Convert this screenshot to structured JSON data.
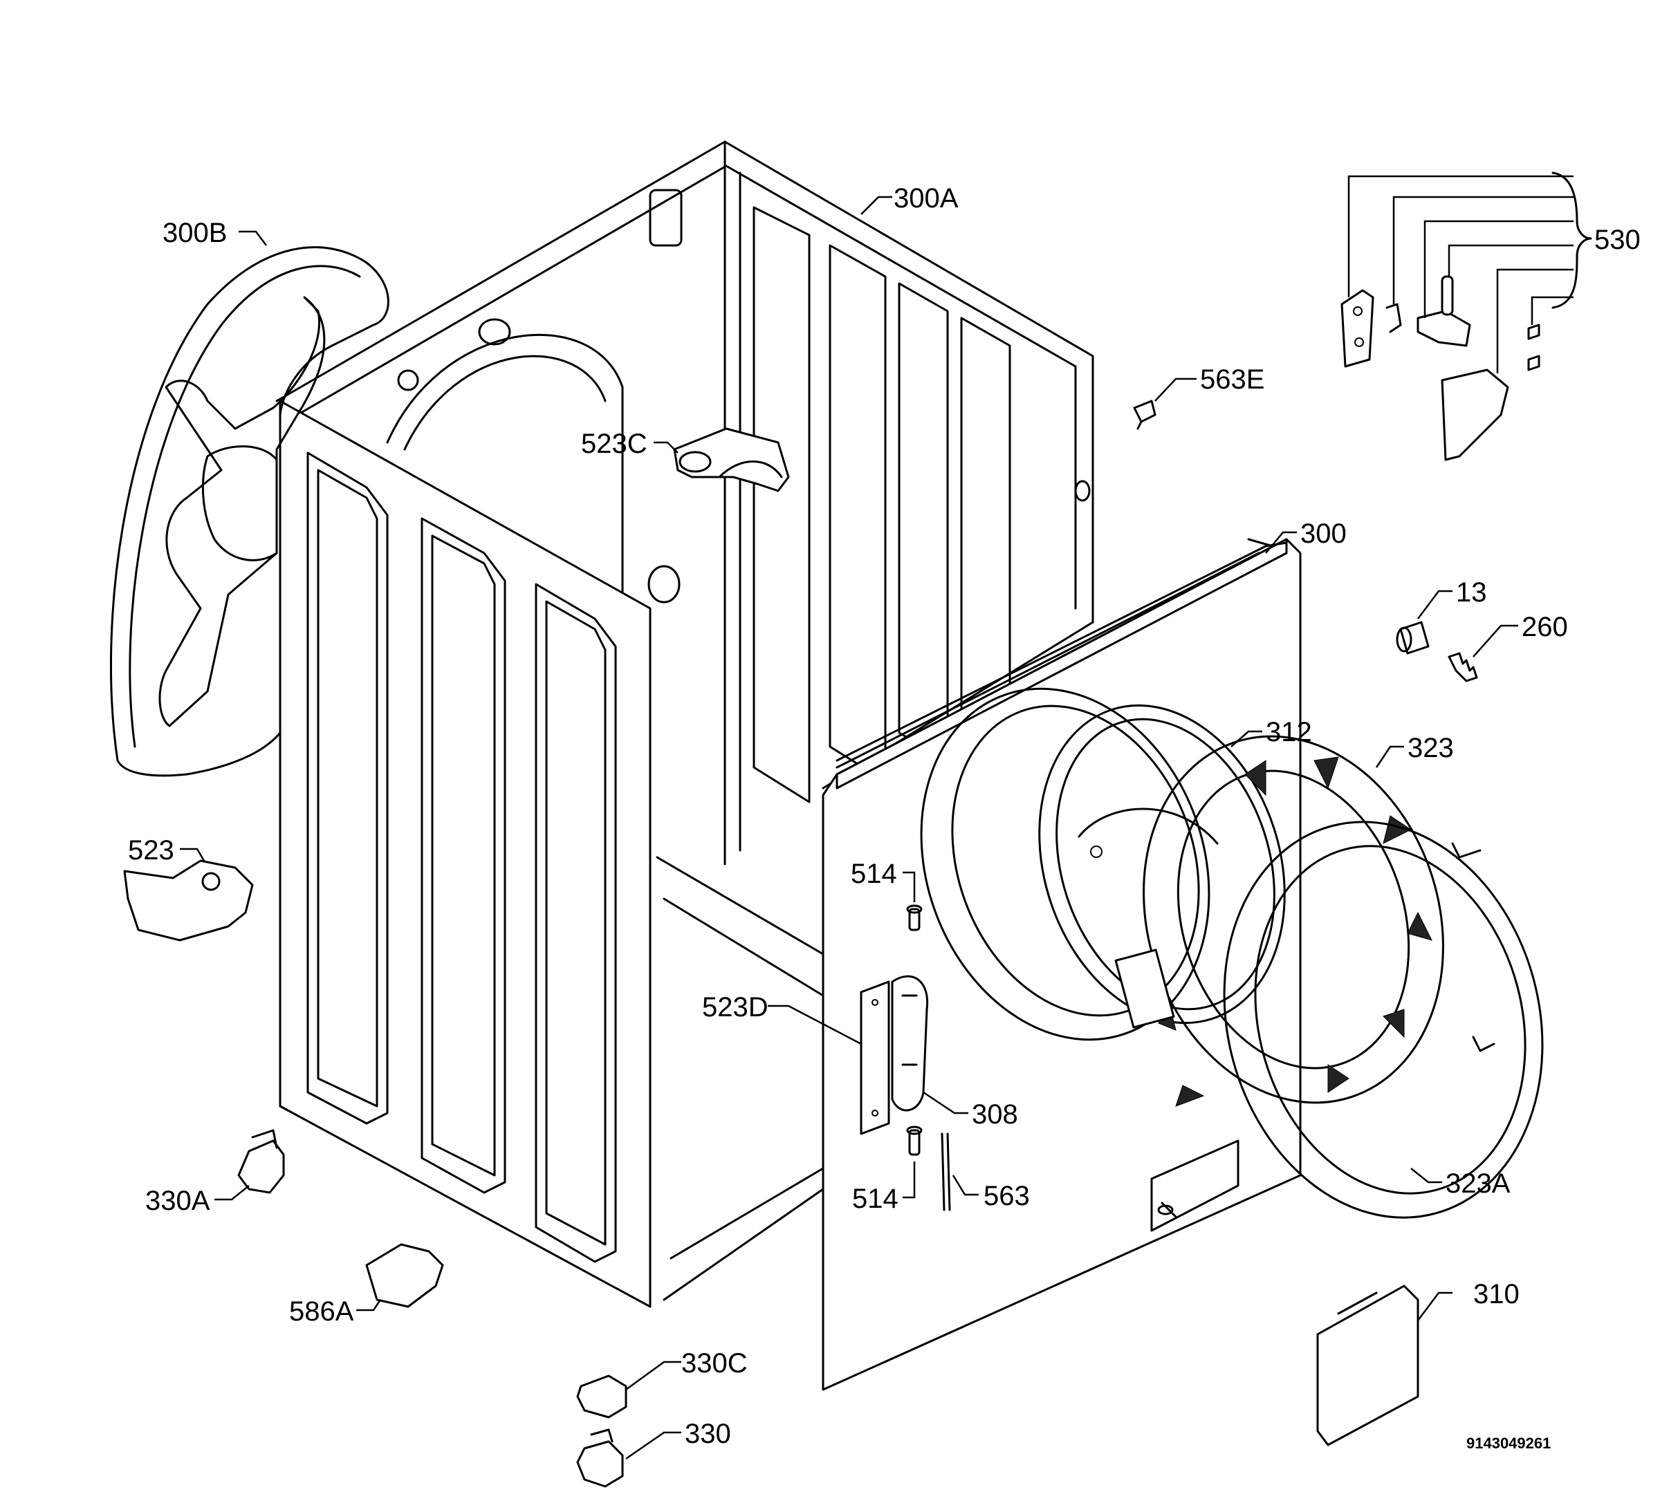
{
  "diagram": {
    "drawing_number": "9143049261",
    "labels": [
      {
        "id": "300B",
        "text": "300B"
      },
      {
        "id": "300A",
        "text": "300A"
      },
      {
        "id": "530",
        "text": "530"
      },
      {
        "id": "563E",
        "text": "563E"
      },
      {
        "id": "523C",
        "text": "523C"
      },
      {
        "id": "300",
        "text": "300"
      },
      {
        "id": "13",
        "text": "13"
      },
      {
        "id": "260",
        "text": "260"
      },
      {
        "id": "312",
        "text": "312"
      },
      {
        "id": "323",
        "text": "323"
      },
      {
        "id": "523",
        "text": "523"
      },
      {
        "id": "514-top",
        "text": "514"
      },
      {
        "id": "523D",
        "text": "523D"
      },
      {
        "id": "308",
        "text": "308"
      },
      {
        "id": "330A",
        "text": "330A"
      },
      {
        "id": "514-bottom",
        "text": "514"
      },
      {
        "id": "563",
        "text": "563"
      },
      {
        "id": "323A",
        "text": "323A"
      },
      {
        "id": "586A",
        "text": "586A"
      },
      {
        "id": "310",
        "text": "310"
      },
      {
        "id": "330C",
        "text": "330C"
      },
      {
        "id": "330",
        "text": "330"
      }
    ]
  }
}
